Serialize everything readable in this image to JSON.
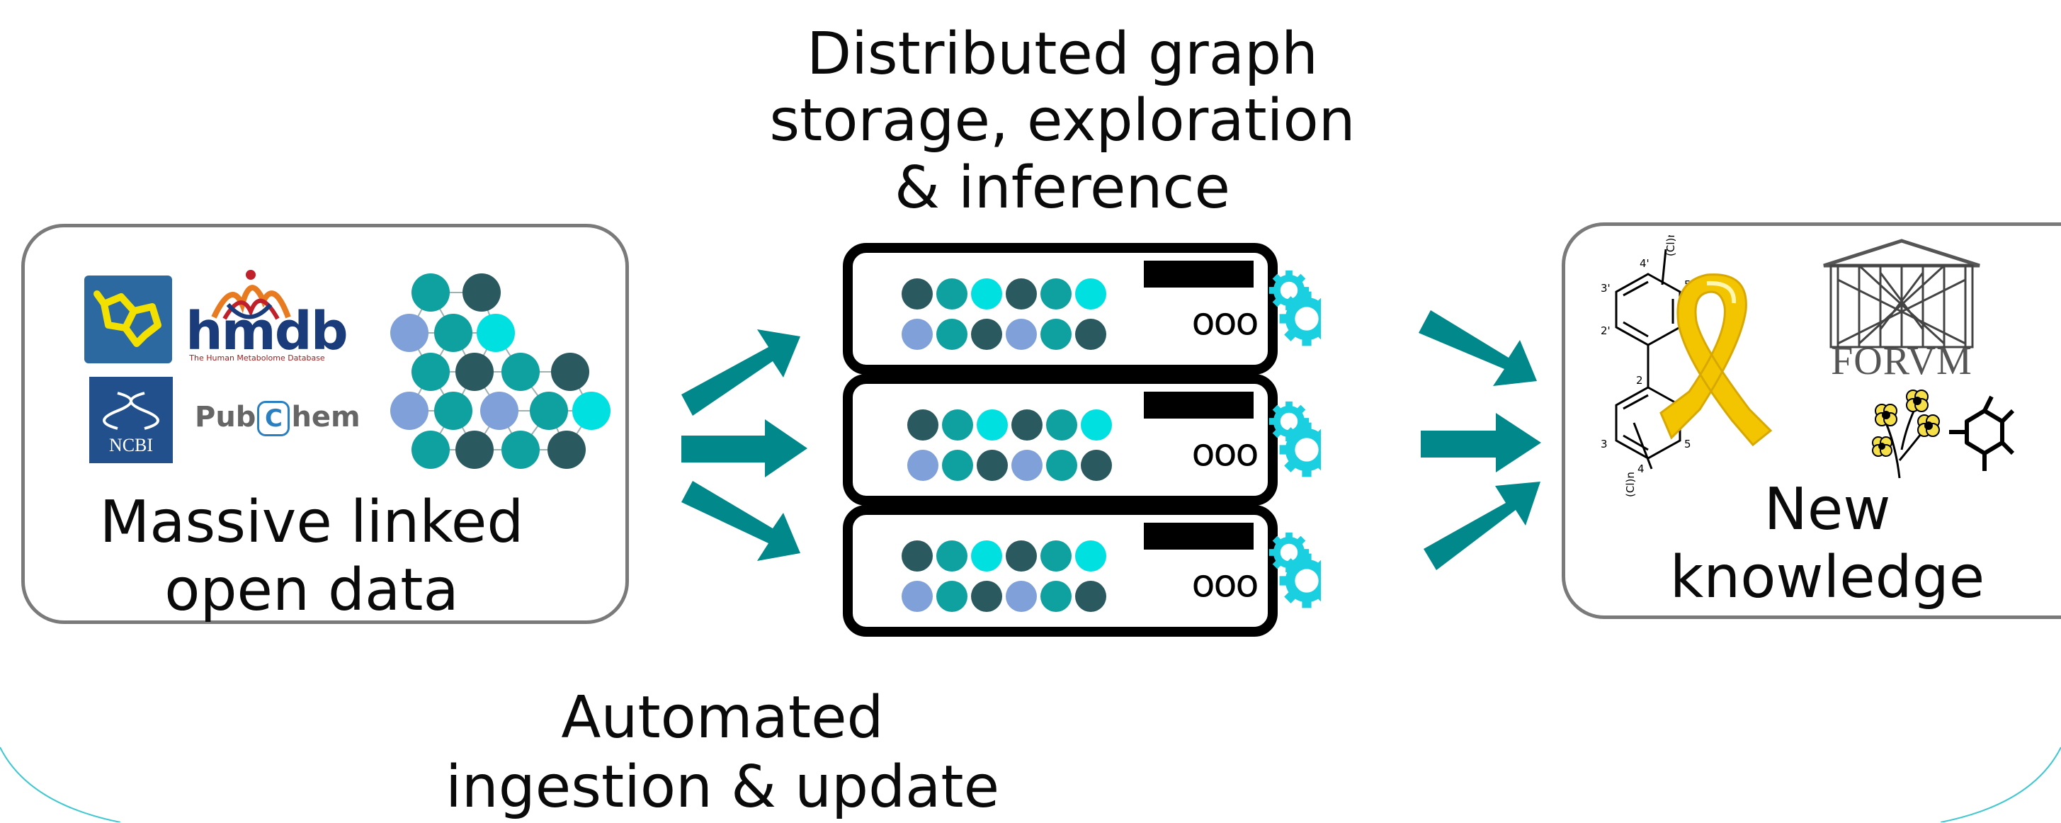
{
  "title": [
    "Distributed graph",
    "storage, exploration",
    "& inference"
  ],
  "left_panel": {
    "label": [
      "Massive linked",
      "open data"
    ],
    "logos": {
      "hmdb": "hmdb",
      "hmdb_subtitle": "The Human Metabolome Database",
      "ncbi": "NCBI",
      "pubchem_left": "Pub",
      "pubchem_c": "C",
      "pubchem_right": "hem"
    }
  },
  "bottom_label": [
    "Automated",
    "ingestion & update"
  ],
  "right_panel": {
    "label": [
      "New",
      "knowledge"
    ],
    "forum_logo": "FORVM"
  },
  "server": {
    "indicator": "ooo",
    "units": 3
  },
  "colors": {
    "teal_dark": "#008B8B",
    "teal": "#0FA0A0",
    "cyan": "#00E0E0",
    "slate": "#2B5960",
    "periwinkle": "#7FA0D8",
    "gear": "#1ACFE0",
    "ribbon": "#F2C500",
    "flower": "#F5E04A",
    "arrow": "#00888A"
  }
}
